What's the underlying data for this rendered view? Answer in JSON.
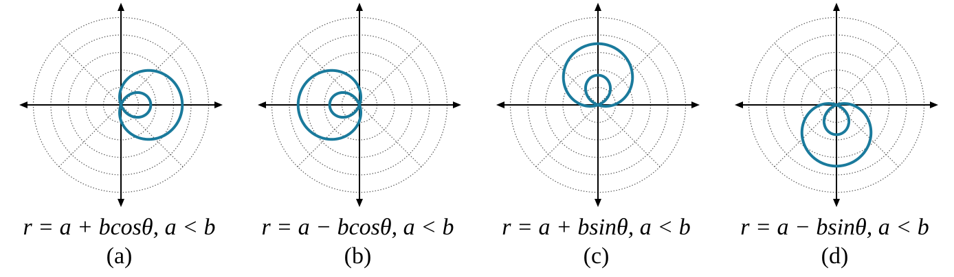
{
  "figure": {
    "curve_color": "#1a7a9c",
    "panels": [
      {
        "tag": "(a)",
        "equation": "r = a + bcosθ, a < b",
        "trig": "cos",
        "sign": 1
      },
      {
        "tag": "(b)",
        "equation": "r = a − bcosθ, a < b",
        "trig": "cos",
        "sign": -1
      },
      {
        "tag": "(c)",
        "equation": "r = a + bsinθ, a < b",
        "trig": "sin",
        "sign": 1
      },
      {
        "tag": "(d)",
        "equation": "r = a − bsinθ, a < b",
        "trig": "sin",
        "sign": -1
      }
    ]
  }
}
